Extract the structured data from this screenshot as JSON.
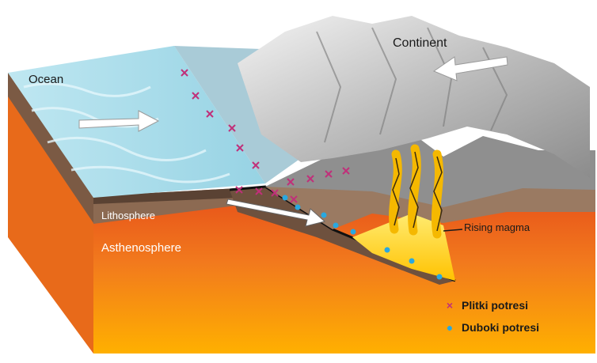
{
  "labels": {
    "ocean": "Ocean",
    "continent": "Continent",
    "lithosphere": "Lithosphere",
    "asthenosphere": "Asthenosphere",
    "rising_magma": "Rising magma"
  },
  "legend": {
    "items": [
      {
        "symbol": "×",
        "text": "Plitki potresi",
        "color": "#c0307a"
      },
      {
        "symbol": "●",
        "text": "Duboki potresi",
        "color": "#29a8e0"
      }
    ]
  },
  "colors": {
    "ocean": "#aee0ec",
    "mantle_top": "#f05a1e",
    "mantle_bottom": "#ffa500",
    "lithosphere": "#8a6b55",
    "mountain": "#c9c9c9",
    "magma": "#ffd400",
    "shallow_quake": "#c0307a",
    "deep_quake": "#29a8e0"
  },
  "icons": [
    "arrow-right-icon",
    "arrow-left-icon",
    "cross-marker-icon",
    "dot-marker-icon"
  ]
}
